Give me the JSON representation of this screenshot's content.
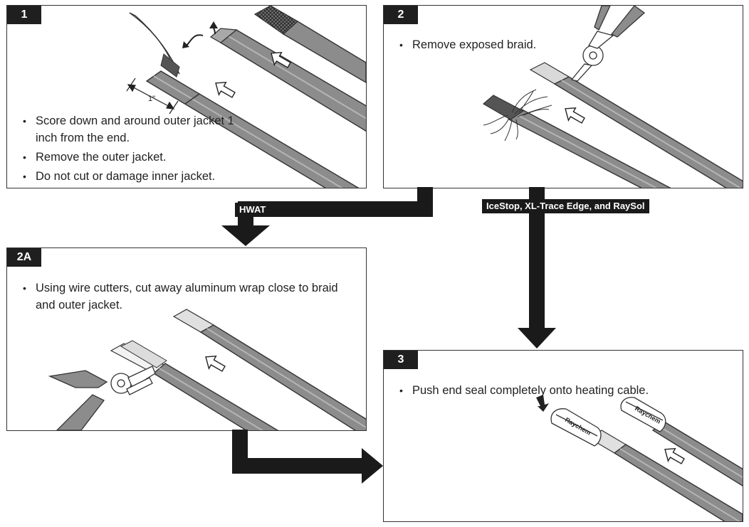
{
  "panels": {
    "step1": {
      "number": "1",
      "bullets": [
        "Score down and around outer jacket 1 inch from the end.",
        "Remove the outer jacket.",
        "Do not cut or damage inner jacket."
      ],
      "measure_label": "1\""
    },
    "step2": {
      "number": "2",
      "bullets": [
        "Remove exposed braid."
      ]
    },
    "step2a": {
      "number": "2A",
      "bullets": [
        "Using wire cutters, cut away aluminum wrap close to braid and outer jacket."
      ]
    },
    "step3": {
      "number": "3",
      "bullets": [
        "Push end seal completely onto heating cable."
      ],
      "seal_brand": "Raychem"
    }
  },
  "flow": {
    "hwat_label": "HWAT",
    "other_label": "IceStop, XL-Trace Edge, and RaySol"
  },
  "colors": {
    "badge": "#1f1f1f",
    "cable": "#8c8c8c",
    "cable_dark": "#444444",
    "arrow_fill": "#1a1a1a"
  },
  "icons": [
    "hand-arrow-icon",
    "wire-cutter-icon",
    "knife-icon",
    "end-seal-icon"
  ]
}
